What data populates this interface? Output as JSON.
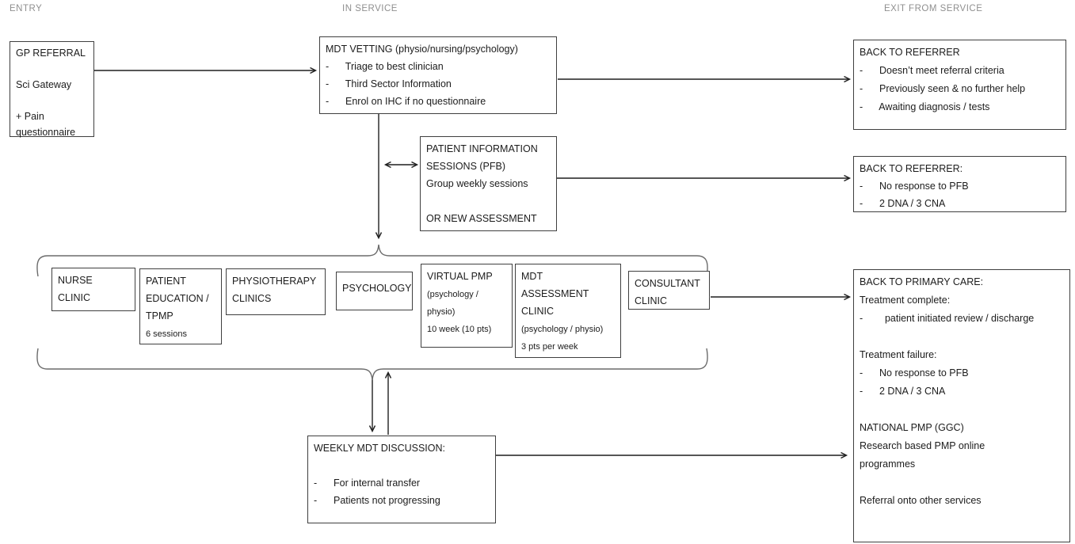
{
  "lanes": {
    "entry": "ENTRY",
    "in_service": "IN SERVICE",
    "exit_from_service": "EXIT FROM SERVICE"
  },
  "boxes": {
    "gp_referral": "GP REFERRAL\n\nSci Gateway\n\n+ Pain\nquestionnaire",
    "mdt_vetting": "MDT VETTING (physio/nursing/psychology)\n-      Triage to best clinician\n-      Third Sector Information\n-      Enrol on IHC if no questionnaire",
    "back_to_referrer_top": "BACK TO REFERRER\n-      Doesn’t meet referral criteria\n-      Previously seen & no further help\n-      Awaiting diagnosis / tests",
    "patient_information": "PATIENT INFORMATION\nSESSIONS (PFB)\nGroup weekly sessions\n\nOR NEW ASSESSMENT",
    "back_to_referrer_mid": "BACK TO REFERRER:\n-      No response to PFB\n-      2 DNA / 3 CNA",
    "nurse_clinic": "NURSE\nCLINIC",
    "patient_education_title": "PATIENT\nEDUCATION /\nTPMP",
    "patient_education_sub": "6 sessions",
    "physiotherapy_clinics": "PHYSIOTHERAPY\nCLINICS",
    "psychology": "PSYCHOLOGY",
    "virtual_pmp_title": "VIRTUAL PMP",
    "virtual_pmp_sub": "(psychology /\nphysio)\n10 week (10 pts)",
    "mdt_assessment_title": "MDT\nASSESSMENT\nCLINIC",
    "mdt_assessment_sub": "(psychology / physio)\n3 pts per week",
    "consultant_clinic": "CONSULTANT\nCLINIC",
    "weekly_mdt": "WEEKLY MDT DISCUSSION:\n\n-      For internal transfer\n-      Patients not progressing",
    "back_to_primary_care": "BACK TO PRIMARY CARE:\nTreatment complete:\n-        patient initiated review / discharge\n\nTreatment failure:\n-      No response to PFB\n-      2 DNA / 3 CNA\n\nNATIONAL PMP (GGC)\nResearch based PMP online\nprogrammes\n\nReferral onto other services"
  },
  "colors": {
    "arrow_line": "#1f1f1f",
    "brace_line": "#6b6b6b",
    "box_border": "#3f3f3f",
    "lane_label": "#8f8f8f",
    "background": "#ffffff"
  }
}
